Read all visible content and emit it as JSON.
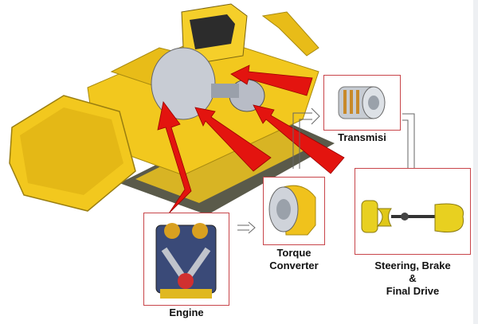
{
  "title": "Bulldozer power train",
  "components": {
    "engine": {
      "label": "Engine"
    },
    "torque_converter": {
      "label_line1": "Torque",
      "label_line2": "Converter"
    },
    "transmission": {
      "label": "Transmisi"
    },
    "final_drive": {
      "label_line1": "Steering, Brake",
      "label_line2": "&",
      "label_line3": "Final Drive"
    }
  },
  "colors": {
    "box_border": "#c8454a",
    "arrow_red": "#e3140f",
    "machine_yellow": "#f2c81e"
  }
}
